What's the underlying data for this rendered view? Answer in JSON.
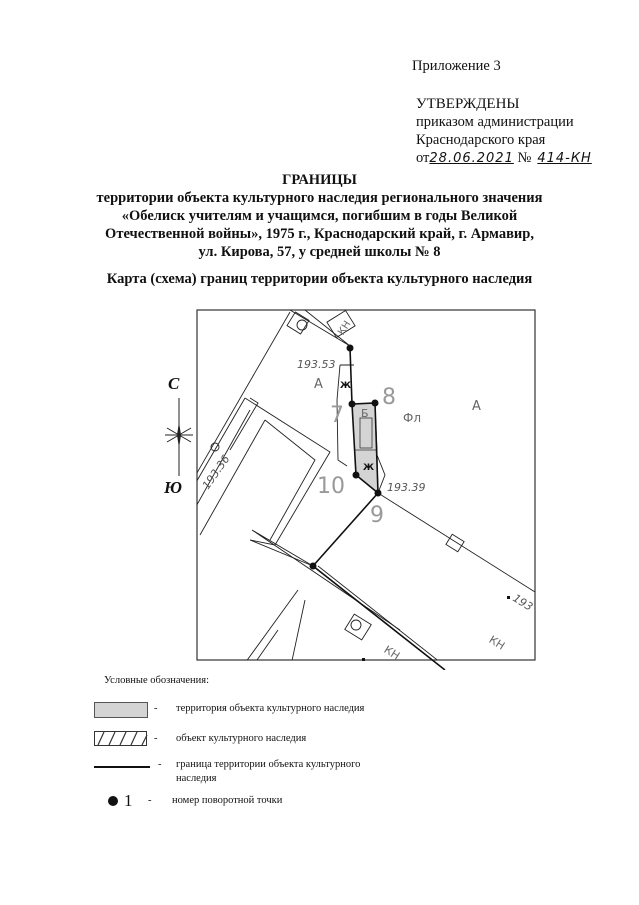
{
  "header": {
    "appendix": "Приложение 3",
    "approved": "УТВЕРЖДЕНЫ",
    "line1": "приказом администрации",
    "line2": "Краснодарского края",
    "from_prefix": "от",
    "date_handwritten": "28.06.2021",
    "number_prefix": "№",
    "number_handwritten": "414-КН"
  },
  "title": {
    "heading": "ГРАНИЦЫ",
    "line1": "территории объекта культурного наследия регионального значения",
    "line2": "«Обелиск учителям и учащимся, погибшим в годы Великой",
    "line3": "Отечественной войны», 1975 г., Краснодарский край, г. Армавир,",
    "line4": "ул. Кирова, 57, у средней школы № 8",
    "map_caption": "Карта (схема) границ территории объекта культурного наследия"
  },
  "compass": {
    "north": "С",
    "south": "Ю"
  },
  "map": {
    "labels": {
      "elev_1": "193.53",
      "elev_2": "193.39",
      "elev_3": "193.36",
      "elev_4": "193",
      "zone_a1": "А",
      "zone_a2": "А",
      "kn_1": "КН",
      "kn_2": "КН",
      "kn_3": "КН",
      "b": "Б",
      "fl": "Фл",
      "zh_1": "Ж",
      "zh_2": "Ж",
      "pt7": "7",
      "pt8": "8",
      "pt9": "9",
      "pt10": "10"
    }
  },
  "legend": {
    "title": "Условные обозначения:",
    "items": [
      {
        "symbol": "gray-fill",
        "dash": "-",
        "label": "территория объекта культурного наследия"
      },
      {
        "symbol": "hatched",
        "dash": "-",
        "label": "объект культурного наследия"
      },
      {
        "symbol": "line",
        "dash": "-",
        "label": "граница территории объекта культурного наследия",
        "label_a": "граница территории объекта культурного",
        "label_b": "наследия"
      },
      {
        "symbol": "dot",
        "number": "1",
        "dash": "-",
        "label": "номер поворотной точки"
      }
    ]
  },
  "colors": {
    "territory_fill": "#d4d4d4",
    "ink": "#111111"
  }
}
